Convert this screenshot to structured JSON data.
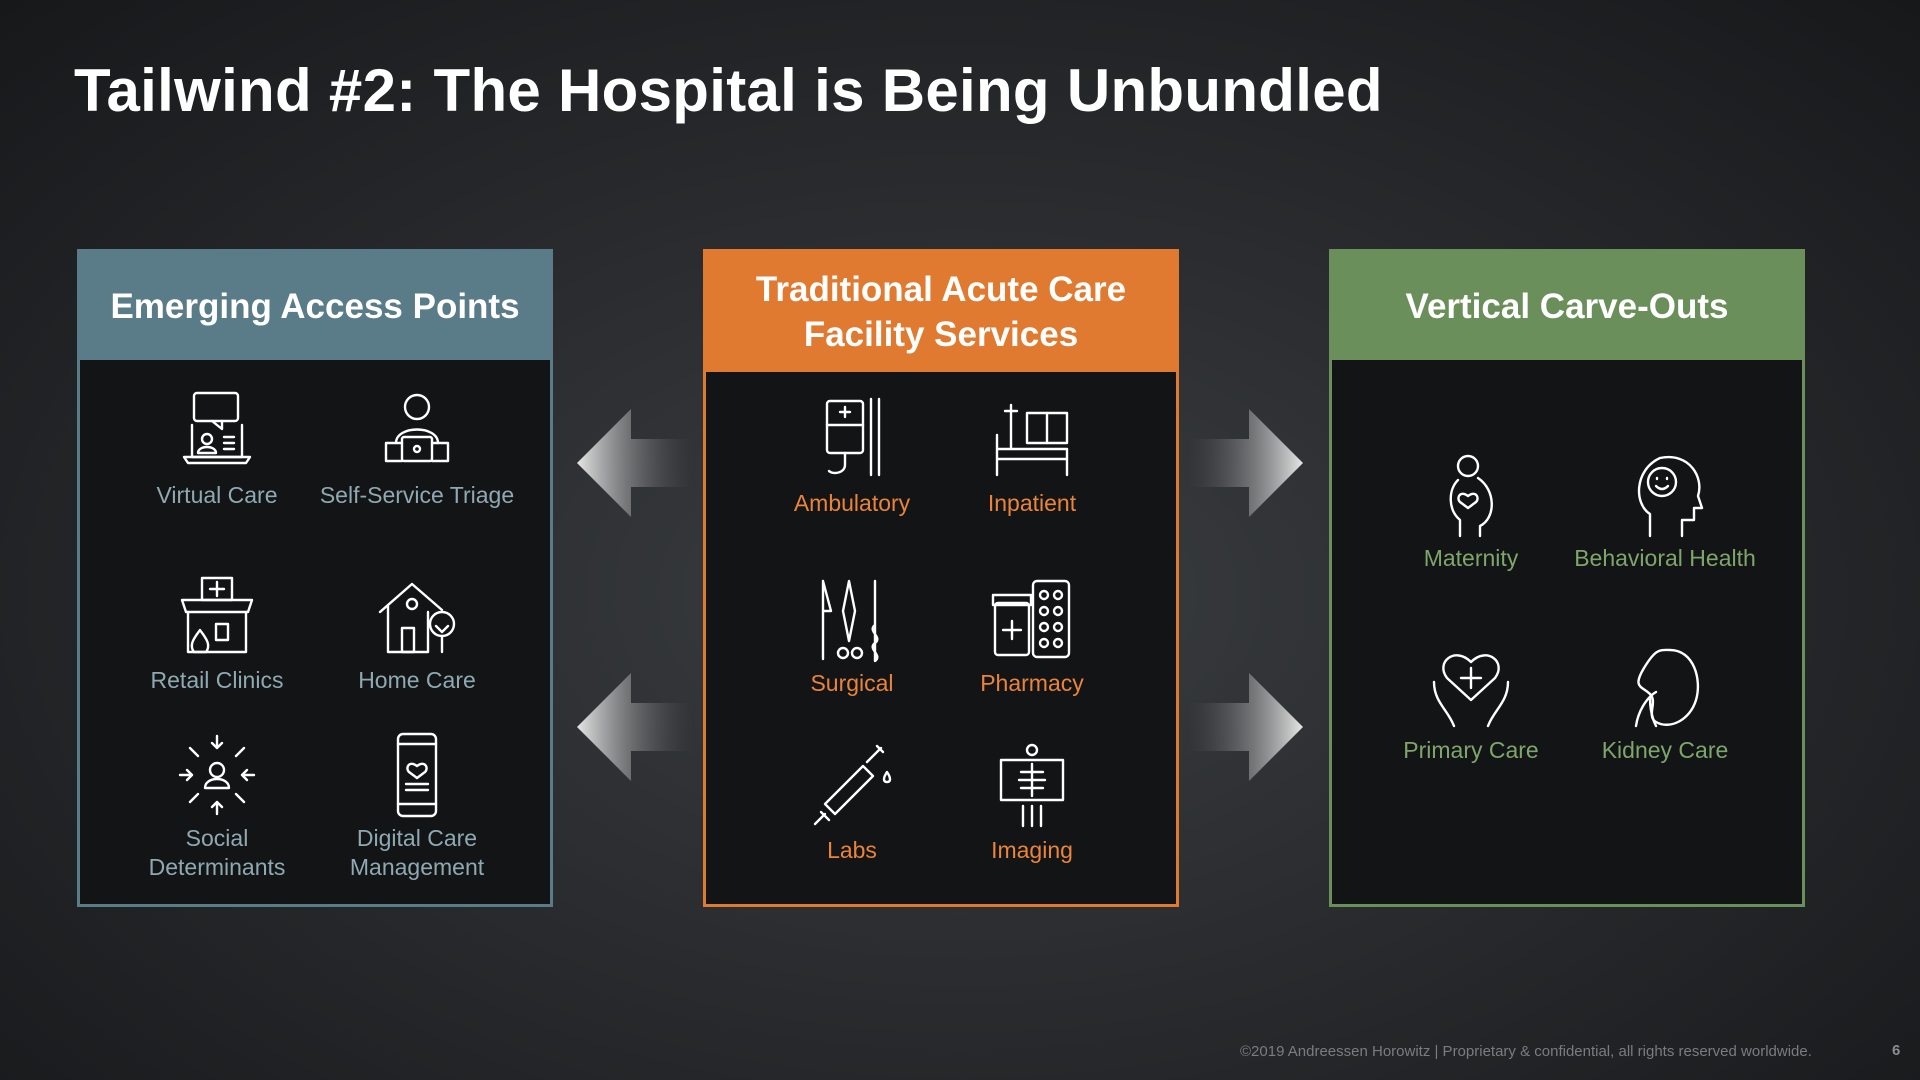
{
  "title": "Tailwind #2: The Hospital is Being Unbundled",
  "panels": [
    {
      "title": "Emerging Access Points",
      "color": "#5a7b88",
      "items": [
        {
          "label": "Virtual Care",
          "icon": "laptop-chat-icon"
        },
        {
          "label": "Self-Service Triage",
          "icon": "person-laptop-icon"
        },
        {
          "label": "Retail Clinics",
          "icon": "store-clinic-icon"
        },
        {
          "label": "Home Care",
          "icon": "house-icon"
        },
        {
          "label": "Social Determinants",
          "icon": "person-arrows-icon"
        },
        {
          "label": "Digital Care Management",
          "icon": "phone-heart-icon"
        }
      ]
    },
    {
      "title": "Traditional Acute Care Facility Services",
      "color": "#e07a30",
      "items": [
        {
          "label": "Ambulatory",
          "icon": "iv-bag-icon"
        },
        {
          "label": "Inpatient",
          "icon": "hospital-bed-icon"
        },
        {
          "label": "Surgical",
          "icon": "surgical-tools-icon"
        },
        {
          "label": "Pharmacy",
          "icon": "pills-icon"
        },
        {
          "label": "Labs",
          "icon": "syringe-icon"
        },
        {
          "label": "Imaging",
          "icon": "xray-icon"
        }
      ]
    },
    {
      "title": "Vertical Carve-Outs",
      "color": "#6a8f5a",
      "items": [
        {
          "label": "Maternity",
          "icon": "pregnant-icon"
        },
        {
          "label": "Behavioral Health",
          "icon": "head-smile-icon"
        },
        {
          "label": "Primary Care",
          "icon": "hands-heart-icon"
        },
        {
          "label": "Kidney Care",
          "icon": "kidney-icon"
        }
      ]
    }
  ],
  "footer": "©2019 Andreessen Horowitz | Proprietary & confidential, all rights reserved worldwide.",
  "page_number": "6"
}
